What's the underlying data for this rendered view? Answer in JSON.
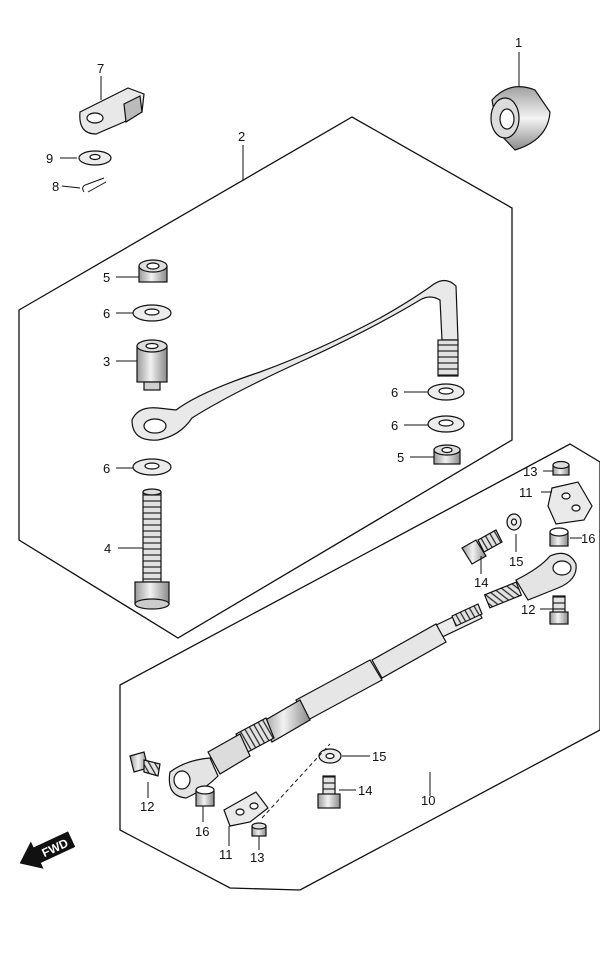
{
  "callouts": {
    "c1": "1",
    "c2": "2",
    "c3": "3",
    "c4": "4",
    "c5a": "5",
    "c5b": "5",
    "c6a": "6",
    "c6b": "6",
    "c6c": "6",
    "c6d": "6",
    "c7": "7",
    "c8": "8",
    "c9": "9",
    "c10": "10",
    "c11a": "11",
    "c11b": "11",
    "c12a": "12",
    "c12b": "12",
    "c13a": "13",
    "c13b": "13",
    "c14a": "14",
    "c14b": "14",
    "c15a": "15",
    "c15b": "15",
    "c16a": "16",
    "c16b": "16"
  },
  "fwd": {
    "label": "FWD"
  },
  "colors": {
    "line": "#111111",
    "light_fill": "#e6e6e6",
    "mid_fill": "#bdbdbd",
    "dark_fill": "#7a7a7a"
  }
}
